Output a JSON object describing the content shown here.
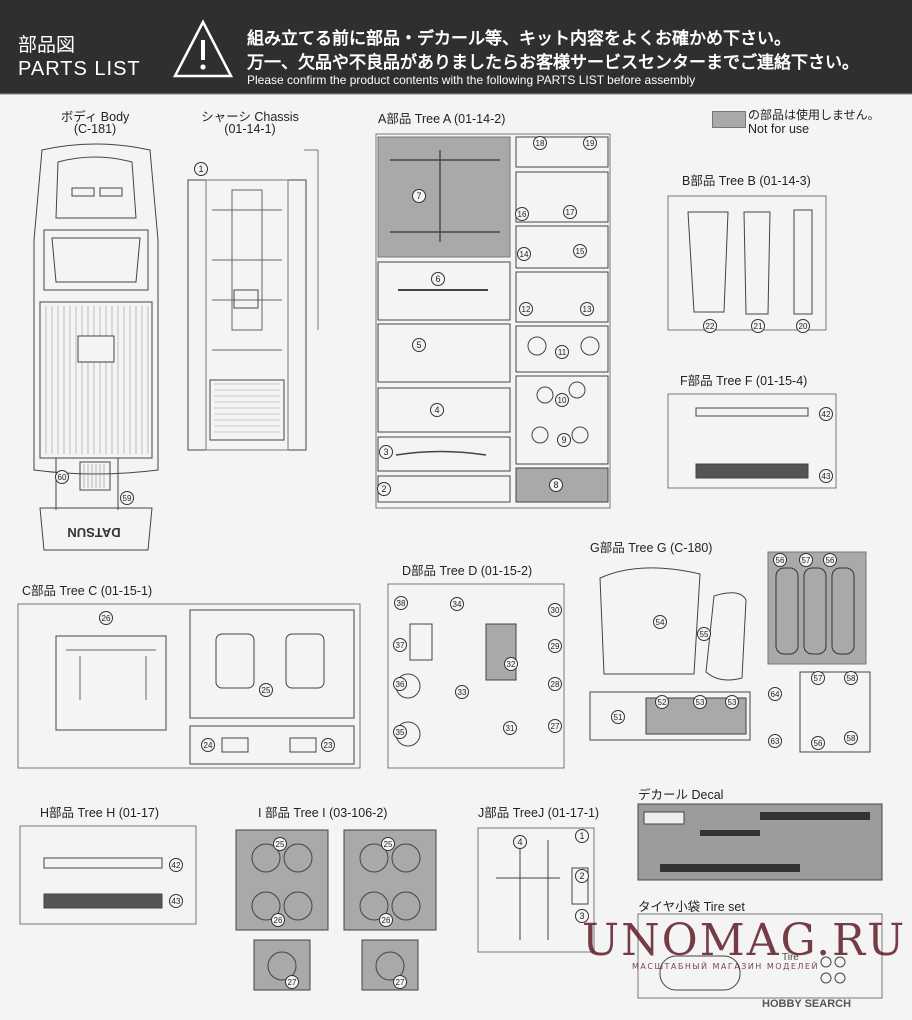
{
  "header": {
    "title_jp": "部品図",
    "title_en": "PARTS LIST",
    "notice_jp_1": "組み立てる前に部品・デカール等、キット内容をよくお確かめ下さい。",
    "notice_jp_2": "万一、欠品や不良品がありましたらお客様サービスセンターまでご連絡下さい。",
    "notice_en": "Please confirm the product contents with the following PARTS LIST before assembly"
  },
  "legend": {
    "jp": "の部品は使用しません。",
    "en": "Not for use"
  },
  "sections": {
    "body": {
      "title": "ボディ Body",
      "code": "(C-181)"
    },
    "chassis": {
      "title": "シャーシ Chassis",
      "code": "(01-14-1)"
    },
    "tree_a": {
      "title": "A部品 Tree A (01-14-2)"
    },
    "tree_b": {
      "title": "B部品 Tree B (01-14-3)"
    },
    "tree_f": {
      "title": "F部品 Tree F (01-15-4)"
    },
    "tree_c": {
      "title": "C部品 Tree C (01-15-1)"
    },
    "tree_d": {
      "title": "D部品 Tree D (01-15-2)"
    },
    "tree_g": {
      "title": "G部品 Tree G (C-180)"
    },
    "tree_h": {
      "title": "H部品 Tree H (01-17)"
    },
    "tree_i": {
      "title": "I 部品 Tree I (03-106-2)"
    },
    "tree_j": {
      "title": "J部品 TreeJ (01-17-1)"
    },
    "decal": {
      "title": "デカール Decal"
    },
    "tire": {
      "title": "タイヤ小袋 Tire set"
    }
  },
  "part_numbers": {
    "body": [
      "60",
      "59"
    ],
    "chassis": [
      "1"
    ],
    "tree_a": [
      "18",
      "19",
      "7",
      "16",
      "17",
      "14",
      "15",
      "6",
      "12",
      "13",
      "5",
      "11",
      "10",
      "4",
      "9",
      "3",
      "2",
      "8"
    ],
    "tree_b": [
      "22",
      "21",
      "20"
    ],
    "tree_f": [
      "42",
      "43"
    ],
    "tree_c": [
      "26",
      "25",
      "24",
      "23"
    ],
    "tree_d": [
      "38",
      "34",
      "30",
      "37",
      "29",
      "32",
      "36",
      "33",
      "28",
      "35",
      "31",
      "27"
    ],
    "tree_g": [
      "56",
      "57",
      "56",
      "54",
      "55",
      "52",
      "53",
      "53",
      "51",
      "64",
      "57",
      "58",
      "63",
      "56",
      "58"
    ],
    "tree_h": [
      "42",
      "43"
    ],
    "tree_i": [
      "25",
      "25",
      "26",
      "26",
      "27",
      "27"
    ],
    "tree_j": [
      "1",
      "4",
      "2",
      "3"
    ]
  },
  "body_tag": "DATSUN",
  "tire_label": "Tire",
  "watermark": {
    "main": "UNOMAG.RU",
    "sub": "МАСШТАБНЫЙ МАГАЗИН МОДЕЛЕЙ"
  },
  "credit": "HOBBY SEARCH",
  "colors": {
    "header_bg": "#2f2f2f",
    "unused_fill": "#a9a9a9",
    "page_bg": "#f4f4f4"
  }
}
